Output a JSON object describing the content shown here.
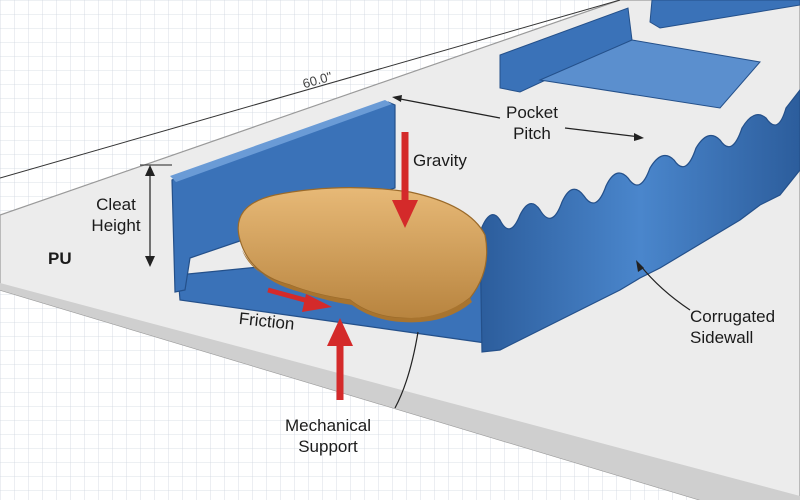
{
  "labels": {
    "dimension": "60.0\"",
    "pu": "PU",
    "cleat_height": [
      "Cleat",
      "Height"
    ],
    "pocket_pitch": [
      "Pocket",
      "Pitch"
    ],
    "gravity": "Gravity",
    "friction": "Friction",
    "mechanical_support": [
      "Mechanical",
      "Support"
    ],
    "corrugated_sidewall": [
      "Corrugated",
      "Sidewall"
    ]
  },
  "colors": {
    "belt_blue": "#3a72b8",
    "belt_blue_dark": "#24508a",
    "belt_blue_light": "#6a9bd6",
    "force_arrow": "#d42a2a",
    "belt_surface": "#ececec",
    "cookie": "#d9a75e",
    "grid": "#cfd6e0"
  }
}
